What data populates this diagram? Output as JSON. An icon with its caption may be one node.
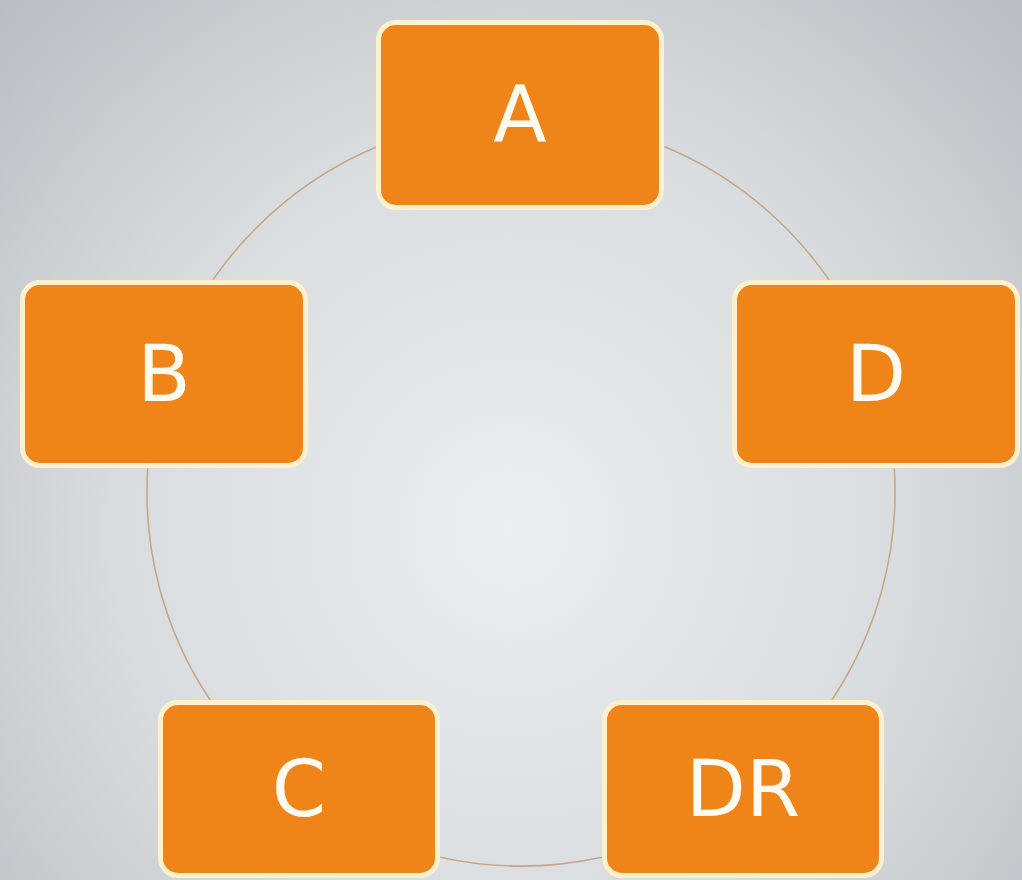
{
  "diagram": {
    "nodes": [
      {
        "text": [
          "A"
        ]
      },
      {
        "text": [
          "B"
        ]
      },
      {
        "text": [
          "D"
        ]
      },
      {
        "text": [
          "C"
        ]
      },
      {
        "text": [
          "DR"
        ]
      }
    ],
    "edges": [
      {
        "from": 0,
        "to": 2,
        "arrow": "none"
      },
      {
        "from": 2,
        "to": 4,
        "arrow": "none"
      },
      {
        "from": 4,
        "to": 3,
        "arrow": "none"
      },
      {
        "from": 3,
        "to": 1,
        "arrow": "none"
      },
      {
        "from": 1,
        "to": 0,
        "arrow": "none"
      }
    ]
  }
}
